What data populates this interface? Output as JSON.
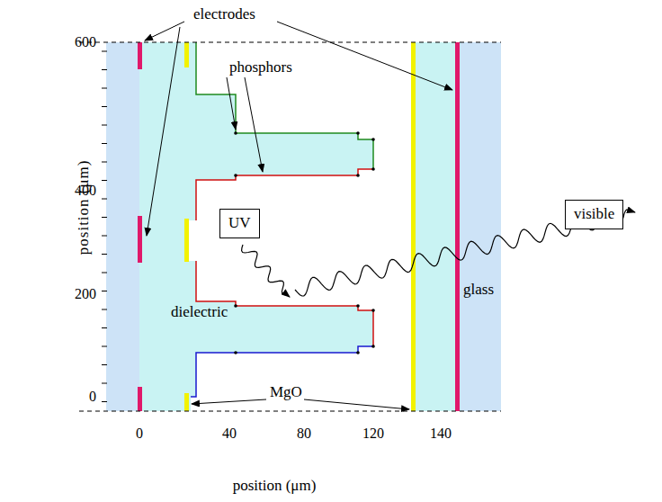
{
  "diagram": {
    "nodes": [
      {
        "text": [
          "UV"
        ]
      },
      {
        "text": [
          "visible"
        ]
      }
    ],
    "labels": [
      "electrodes",
      "phosphors",
      "dielectric",
      "MgO",
      "glass",
      "600",
      "400",
      "200",
      "0",
      "0",
      "40",
      "80",
      "120",
      "140",
      "position (μm)",
      "position (μm)"
    ]
  }
}
